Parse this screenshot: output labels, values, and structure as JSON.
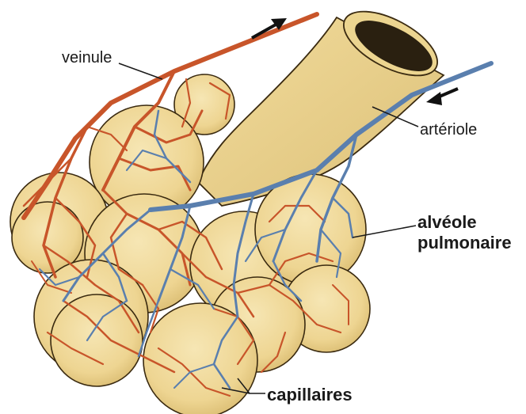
{
  "figure": {
    "labels": {
      "veinule": "veinule",
      "arteriole": "artériole",
      "alveole_line1": "alvéole",
      "alveole_line2": "pulmonaire",
      "capillaires": "capillaires"
    },
    "colors": {
      "background": "#ffffff",
      "alveolus_fill": "#f0d99a",
      "alveolus_outline": "#3a2a10",
      "bronchiole_fill": "#ecd590",
      "lumen": "#2a2010",
      "vein_red": "#c8552a",
      "artery_blue": "#5a7fae",
      "arrow": "#111111"
    },
    "icons": [
      "arrow-right-icon",
      "arrow-left-icon"
    ]
  }
}
